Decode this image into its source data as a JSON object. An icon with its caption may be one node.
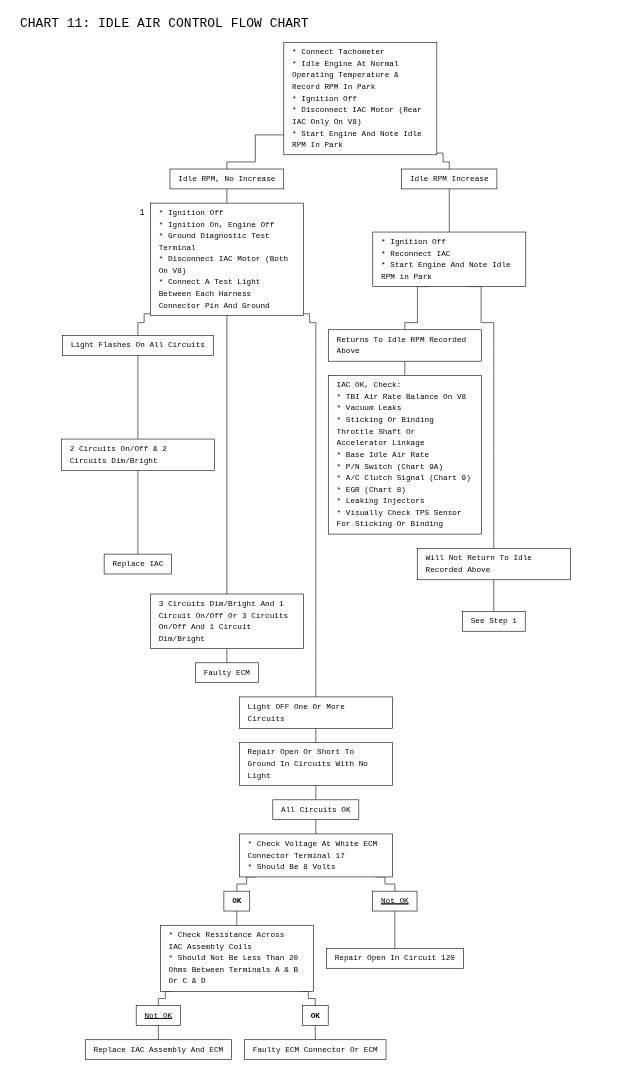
{
  "diagram": {
    "title": "CHART 11: IDLE AIR CONTROL FLOW CHART",
    "nodes": [
      {
        "text": [
          "* Connect Tachometer",
          "* Idle Engine At Normal Operating Temperature & Record RPM In Park",
          "* Ignition Off",
          "* Disconnect IAC Motor (Rear IAC Only On V8)",
          "* Start Engine And Note Idle RPM In Park"
        ]
      },
      {
        "text": [
          "Idle RPM, No Increase"
        ]
      },
      {
        "text": [
          "Idle RPM Increase"
        ]
      },
      {
        "text": [
          "* Ignition Off",
          "* Ignition On, Engine Off",
          "* Ground Diagnostic Test Terminal",
          "* Disconnect IAC Motor (Both On V8)",
          "* Connect A Test Light Between Each Harness Connector Pin And Ground"
        ],
        "beside": [
          "1"
        ]
      },
      {
        "text": [
          "* Ignition Off",
          "* Reconnect IAC",
          "* Start Engine And Note Idle RPM in Park"
        ]
      },
      {
        "text": [
          "Light Flashes On All Circuits"
        ]
      },
      {
        "text": [
          "2 Circuits On/Off & 2 Circuits Dim/Bright"
        ]
      },
      {
        "text": [
          "Replace IAC"
        ]
      },
      {
        "text": [
          "3 Circuits Dim/Bright And 1 Circuit On/Off Or 3 Circuits On/Off And 1 Circuit Dim/Bright"
        ]
      },
      {
        "text": [
          "Faulty ECM"
        ]
      },
      {
        "text": [
          "Returns To Idle RPM Recorded Above"
        ]
      },
      {
        "text": [
          "IAC OK, Check:",
          "* TBI Air Rate Balance On V8",
          "* Vacuum Leaks",
          "* Sticking Or Binding Throttle Shaft Or Accelerator Linkage",
          "* Base Idle Air Rate",
          "* P/N Switch (Chart 9A)",
          "* A/C Clutch Signal (Chart 9)",
          "* EGR (Chart 8)",
          "* Leaking Injectors",
          "* Visually Check TPS Sensor For Sticking Or Binding"
        ]
      },
      {
        "text": [
          "Will Not Return To Idle Recorded Above"
        ]
      },
      {
        "text": [
          "See Step 1"
        ]
      },
      {
        "text": [
          "Light OFF One Or More Circuits"
        ]
      },
      {
        "text": [
          "Repair Open Or Short To Ground In Circuits With No Light"
        ]
      },
      {
        "text": [
          "All Circuits OK"
        ]
      },
      {
        "text": [
          "* Check Voltage At White ECM Connector Terminal 17",
          "* Should Be 8 Volts"
        ]
      },
      {
        "text": [
          "OK"
        ]
      },
      {
        "text": [
          "Not OK"
        ]
      },
      {
        "text": [
          "* Check Resistance Across IAC Assembly Coils",
          "* Should Not Be Less Than 20 Ohms Between Terminals A & B Or C & D"
        ]
      },
      {
        "text": [
          "Repair Open In Circuit 120"
        ]
      },
      {
        "text": [
          "Not OK"
        ]
      },
      {
        "text": [
          "OK"
        ]
      },
      {
        "text": [
          "Replace IAC Assembly And ECM"
        ]
      },
      {
        "text": [
          "Faulty ECM Connector Or ECM"
        ]
      }
    ],
    "edges": [
      {
        "from": 0,
        "to": 1,
        "arrow": "none"
      },
      {
        "from": 0,
        "to": 2,
        "arrow": "none"
      },
      {
        "from": 1,
        "to": 3,
        "arrow": "none"
      },
      {
        "from": 2,
        "to": 4,
        "arrow": "none"
      },
      {
        "from": 3,
        "to": 5,
        "arrow": "none"
      },
      {
        "from": 5,
        "to": 6,
        "arrow": "none"
      },
      {
        "from": 6,
        "to": 7,
        "arrow": "none"
      },
      {
        "from": 3,
        "to": 8,
        "arrow": "none"
      },
      {
        "from": 8,
        "to": 9,
        "arrow": "none"
      },
      {
        "from": 4,
        "to": 10,
        "arrow": "none"
      },
      {
        "from": 10,
        "to": 11,
        "arrow": "none"
      },
      {
        "from": 4,
        "to": 12,
        "arrow": "none"
      },
      {
        "from": 12,
        "to": 13,
        "arrow": "none"
      },
      {
        "from": 3,
        "to": 14,
        "arrow": "none"
      },
      {
        "from": 14,
        "to": 15,
        "arrow": "none"
      },
      {
        "from": 15,
        "to": 16,
        "arrow": "none"
      },
      {
        "from": 16,
        "to": 17,
        "arrow": "none"
      },
      {
        "from": 17,
        "to": 18,
        "arrow": "none"
      },
      {
        "from": 17,
        "to": 19,
        "arrow": "none"
      },
      {
        "from": 18,
        "to": 20,
        "arrow": "none"
      },
      {
        "from": 19,
        "to": 21,
        "arrow": "none"
      },
      {
        "from": 20,
        "to": 22,
        "arrow": "none"
      },
      {
        "from": 20,
        "to": 23,
        "arrow": "none"
      },
      {
        "from": 22,
        "to": 24,
        "arrow": "none"
      },
      {
        "from": 23,
        "to": 25,
        "arrow": "none"
      }
    ]
  }
}
